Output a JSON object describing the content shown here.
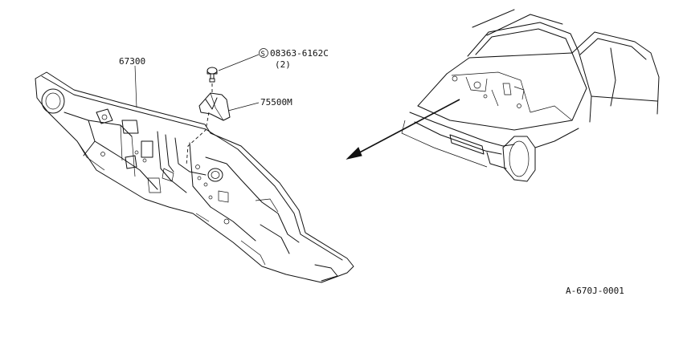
{
  "labels": {
    "part_dash_panel": "67300",
    "part_bolt_code": "08363-6162C",
    "part_bolt_symbol": "S",
    "part_bolt_qty": "(2)",
    "part_bracket": "75500M",
    "diagram_ref": "A-670J-0001"
  }
}
